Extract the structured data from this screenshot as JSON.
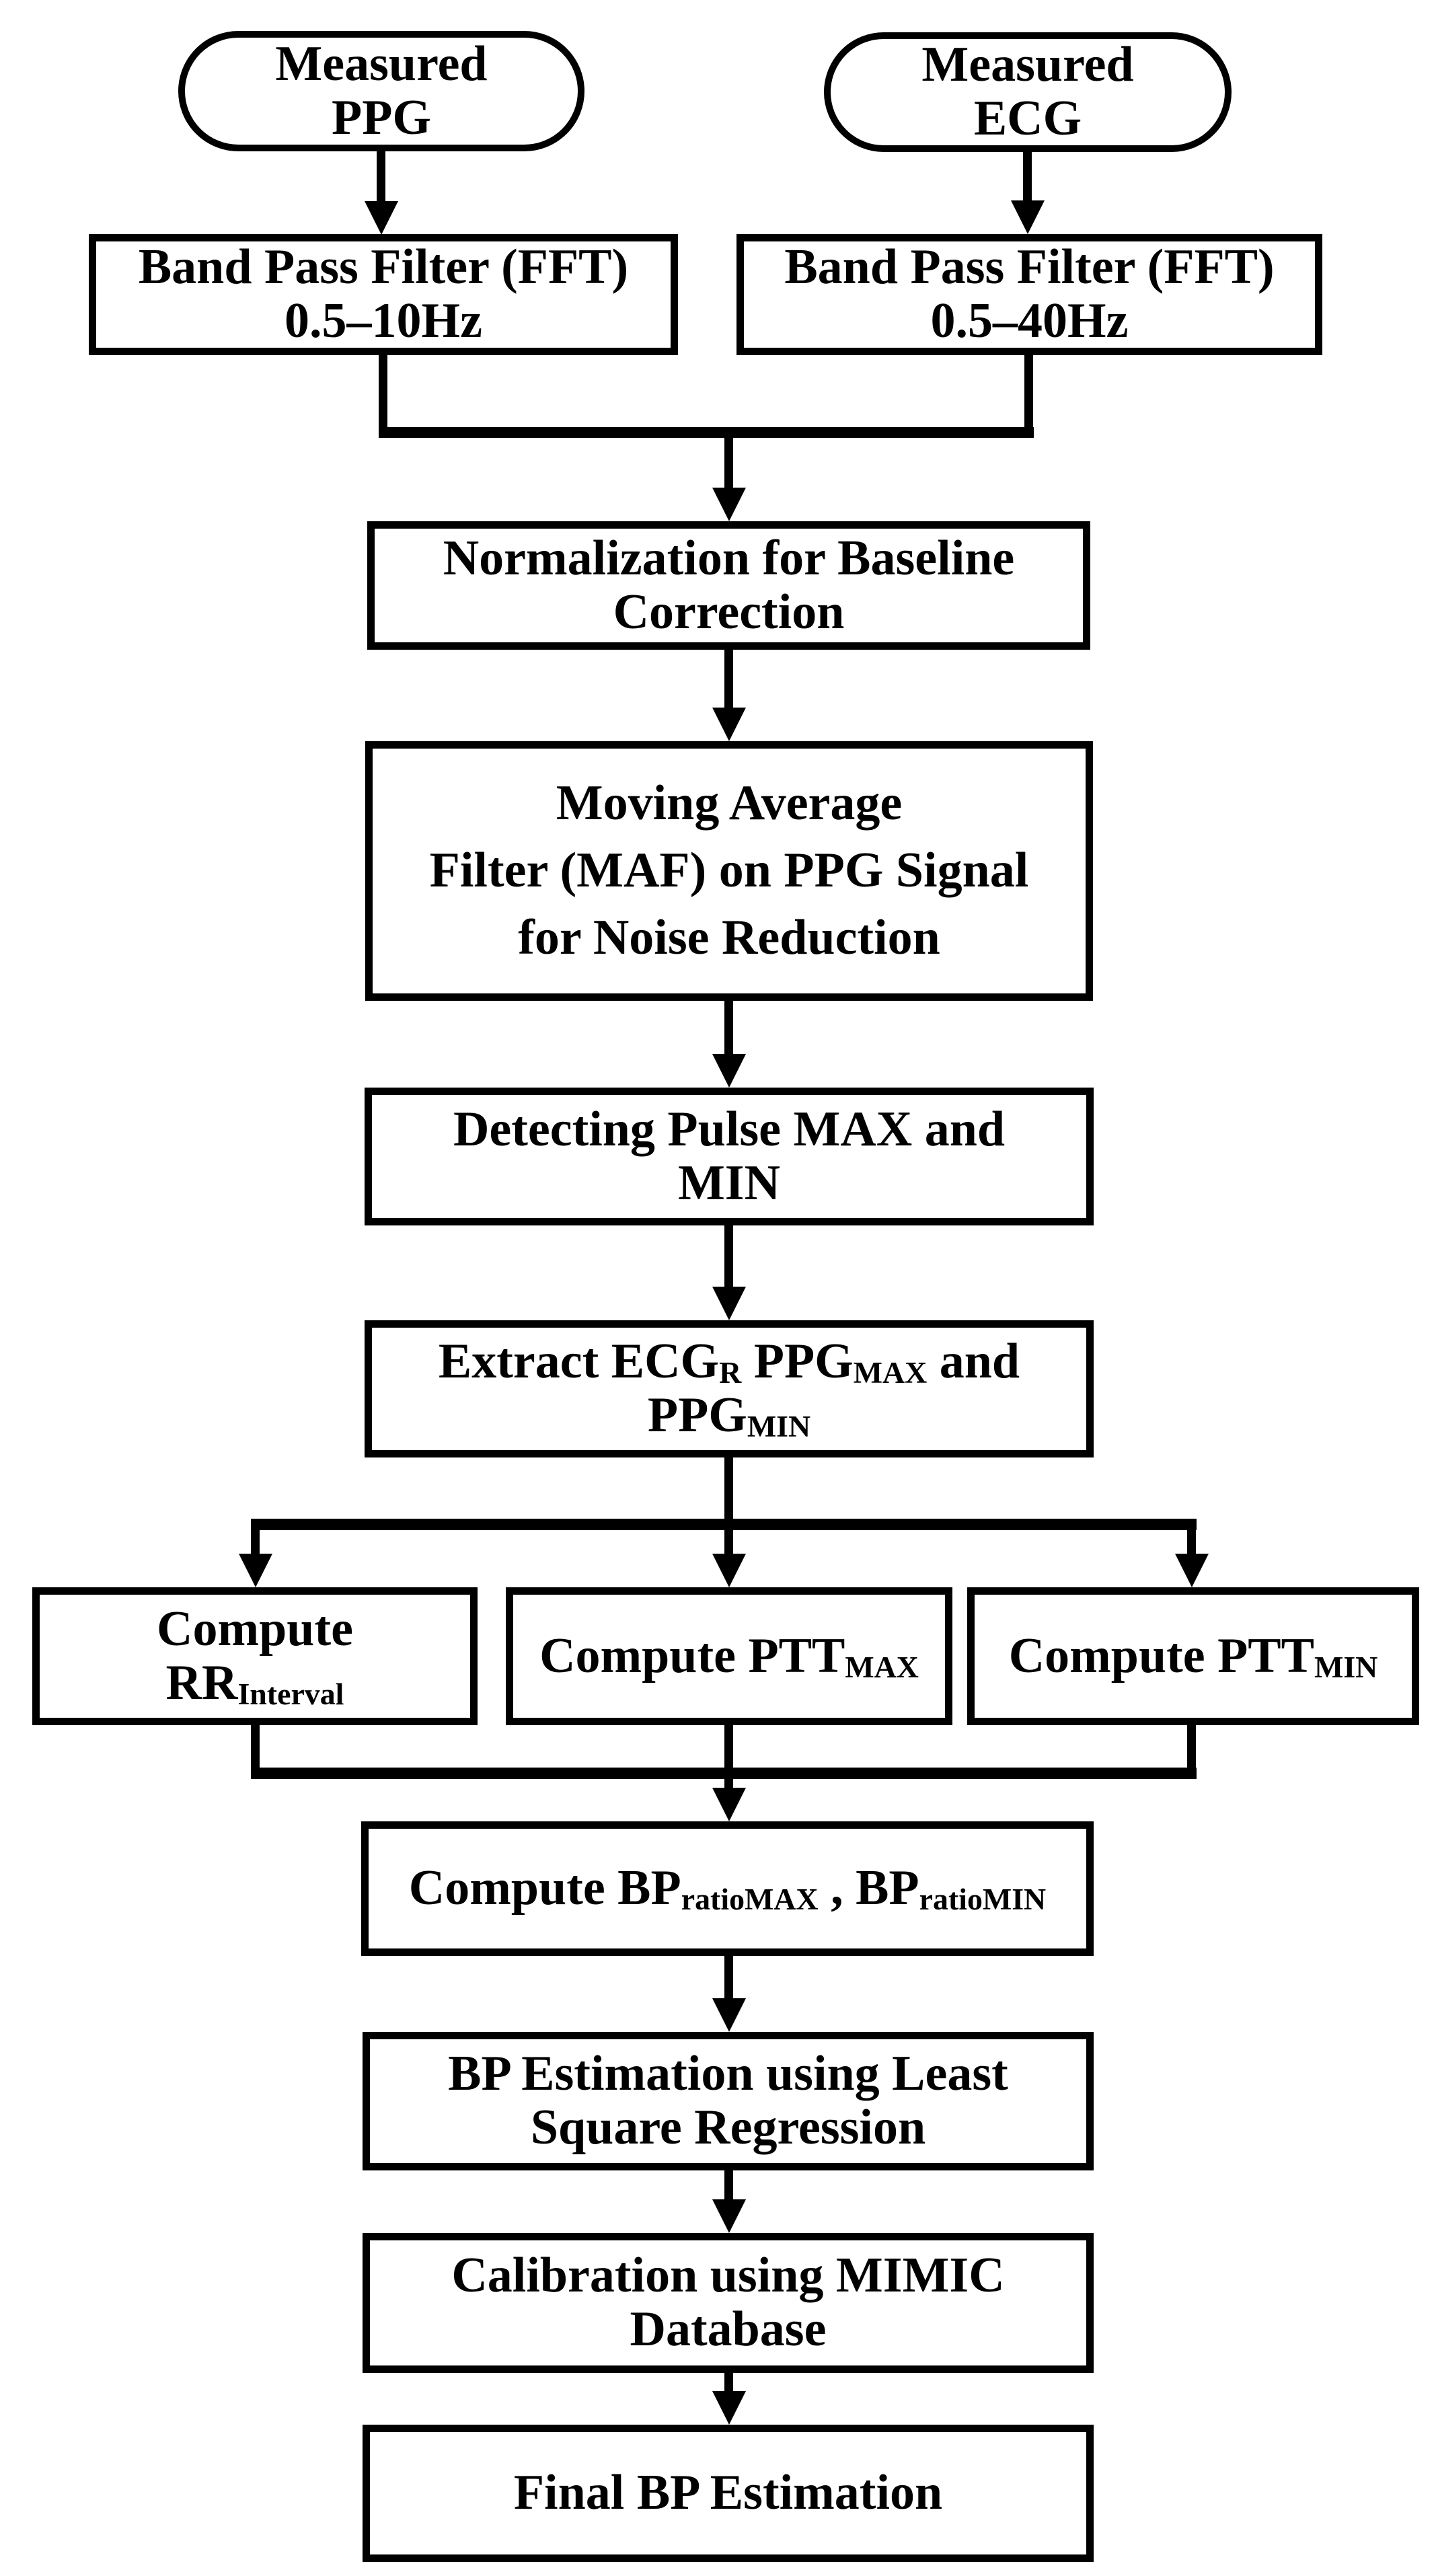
{
  "diagram": {
    "background_color": "#ffffff",
    "stroke_color": "#000000",
    "nodes": {
      "measured_ppg": {
        "type": "terminal",
        "label": [
          {
            "t": "Measured"
          },
          {
            "br": true
          },
          {
            "t": "PPG"
          }
        ]
      },
      "measured_ecg": {
        "type": "terminal",
        "label": [
          {
            "t": "Measured"
          },
          {
            "br": true
          },
          {
            "t": "ECG"
          }
        ]
      },
      "bpf_ppg": {
        "type": "process",
        "label": [
          {
            "t": "Band Pass Filter (FFT)"
          },
          {
            "br": true
          },
          {
            "t": "0.5–10Hz"
          }
        ]
      },
      "bpf_ecg": {
        "type": "process",
        "label": [
          {
            "t": "Band Pass Filter (FFT)"
          },
          {
            "br": true
          },
          {
            "t": "0.5–40Hz"
          }
        ]
      },
      "normalization": {
        "type": "process",
        "label": [
          {
            "t": "Normalization for Baseline"
          },
          {
            "br": true
          },
          {
            "t": "Correction"
          }
        ]
      },
      "maf": {
        "type": "process",
        "label": [
          {
            "t": "Moving Average"
          },
          {
            "br": true
          },
          {
            "t": "Filter (MAF) on PPG Signal"
          },
          {
            "br": true
          },
          {
            "t": "for Noise Reduction"
          }
        ]
      },
      "detecting": {
        "type": "process",
        "label": [
          {
            "t": "Detecting Pulse MAX and"
          },
          {
            "br": true
          },
          {
            "t": "MIN"
          }
        ]
      },
      "extract": {
        "type": "process",
        "label": [
          {
            "t": "Extract ECG"
          },
          {
            "t": "R",
            "sub": true
          },
          {
            "t": " PPG"
          },
          {
            "t": "MAX",
            "sub": true
          },
          {
            "t": " and"
          },
          {
            "br": true
          },
          {
            "t": "PPG"
          },
          {
            "t": "MIN",
            "sub": true
          }
        ]
      },
      "compute_rr": {
        "type": "process",
        "label": [
          {
            "t": "Compute"
          },
          {
            "br": true
          },
          {
            "t": "RR"
          },
          {
            "t": "Interval",
            "sub": true
          }
        ]
      },
      "compute_ptt_max": {
        "type": "process",
        "label": [
          {
            "t": "Compute PTT"
          },
          {
            "t": "MAX",
            "sub": true
          }
        ]
      },
      "compute_ptt_min": {
        "type": "process",
        "label": [
          {
            "t": "Compute PTT"
          },
          {
            "t": "MIN",
            "sub": true
          }
        ]
      },
      "compute_bp": {
        "type": "process",
        "label": [
          {
            "t": "Compute BP"
          },
          {
            "t": "ratioMAX",
            "sub": true
          },
          {
            "t": " , BP"
          },
          {
            "t": "ratioMIN",
            "sub": true
          }
        ]
      },
      "bp_estimation": {
        "type": "process",
        "label": [
          {
            "t": "BP Estimation using Least"
          },
          {
            "br": true
          },
          {
            "t": "Square Regression"
          }
        ]
      },
      "calibration": {
        "type": "process",
        "label": [
          {
            "t": "Calibration using MIMIC"
          },
          {
            "br": true
          },
          {
            "t": "Database"
          }
        ]
      },
      "final_bp": {
        "type": "process",
        "label": [
          {
            "t": "Final BP Estimation"
          }
        ]
      }
    },
    "edges": [
      {
        "from": "measured_ppg",
        "to": "bpf_ppg"
      },
      {
        "from": "measured_ecg",
        "to": "bpf_ecg"
      },
      {
        "from": "bpf_ppg",
        "to": "normalization"
      },
      {
        "from": "bpf_ecg",
        "to": "normalization"
      },
      {
        "from": "normalization",
        "to": "maf"
      },
      {
        "from": "maf",
        "to": "detecting"
      },
      {
        "from": "detecting",
        "to": "extract"
      },
      {
        "from": "extract",
        "to": "compute_rr"
      },
      {
        "from": "extract",
        "to": "compute_ptt_max"
      },
      {
        "from": "extract",
        "to": "compute_ptt_min"
      },
      {
        "from": "compute_rr",
        "to": "compute_bp"
      },
      {
        "from": "compute_ptt_max",
        "to": "compute_bp"
      },
      {
        "from": "compute_ptt_min",
        "to": "compute_bp"
      },
      {
        "from": "compute_bp",
        "to": "bp_estimation"
      },
      {
        "from": "bp_estimation",
        "to": "calibration"
      },
      {
        "from": "calibration",
        "to": "final_bp"
      }
    ]
  }
}
